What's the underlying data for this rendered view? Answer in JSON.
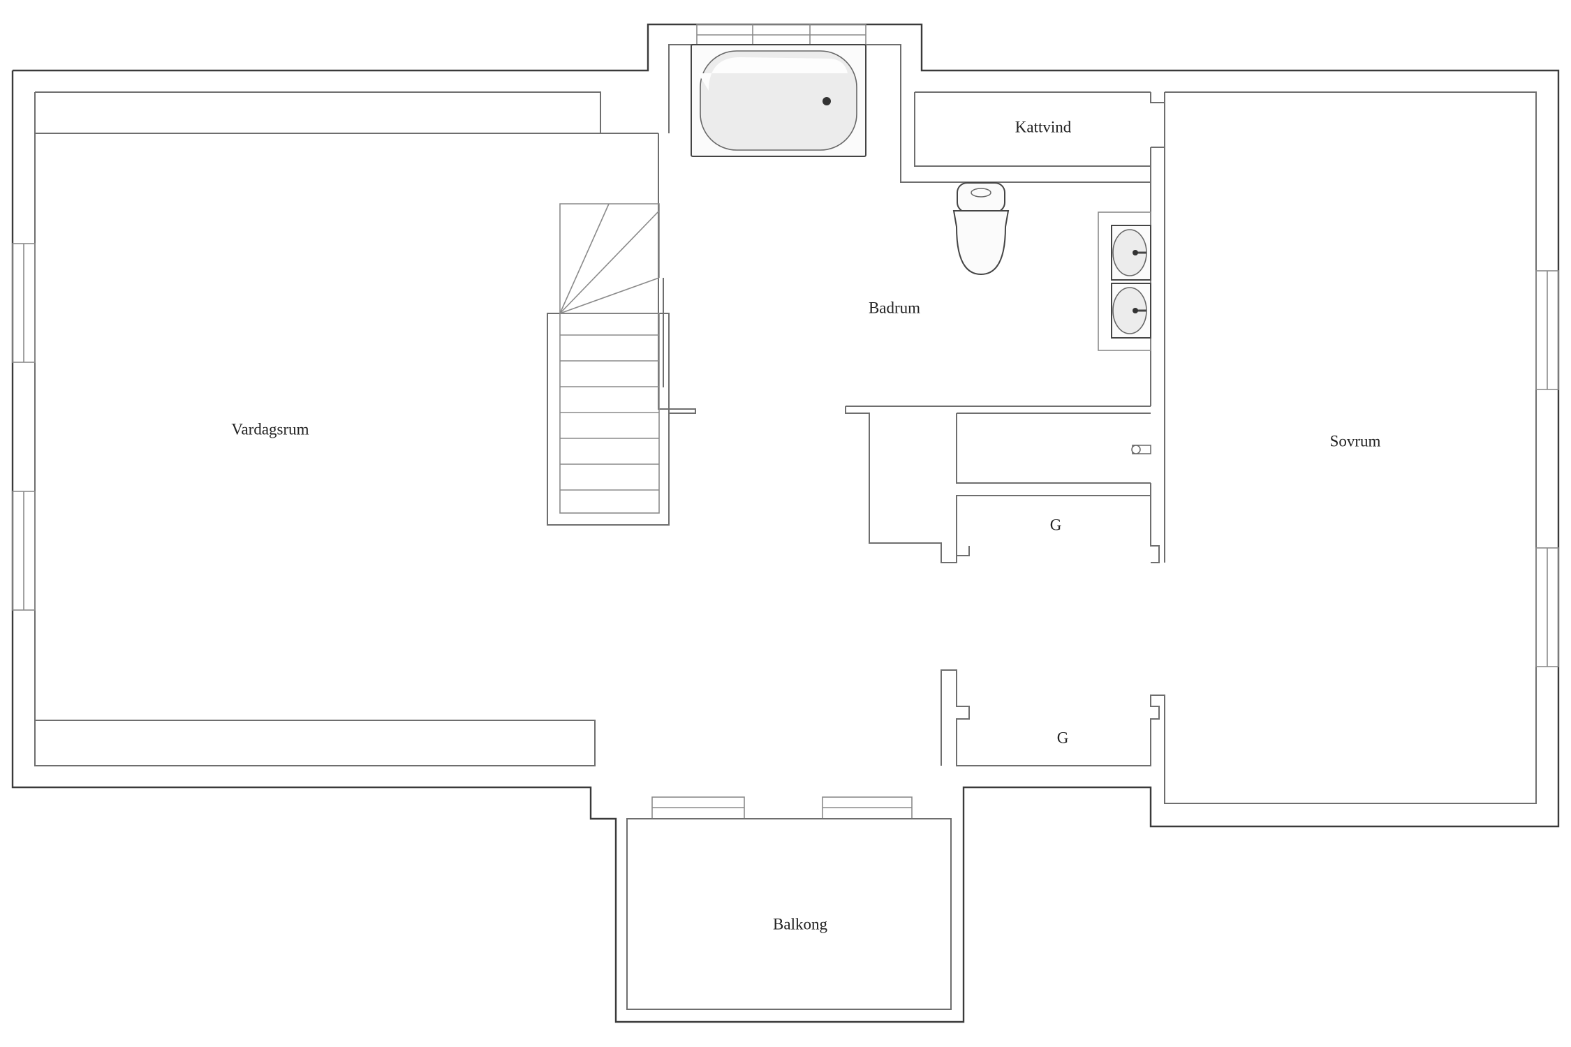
{
  "floor_plan": {
    "rooms": {
      "vardagsrum": "Vardagsrum",
      "badrum": "Badrum",
      "kattvind": "Kattvind",
      "sovrum": "Sovrum",
      "garderob_upper": "G",
      "garderob_lower": "G",
      "balkong": "Balkong"
    },
    "fixtures": [
      "bathtub",
      "toilet",
      "double-sink",
      "staircase",
      "radiator-tap"
    ],
    "colors": {
      "walls": "#3a3a3a",
      "background": "#ffffff"
    }
  }
}
